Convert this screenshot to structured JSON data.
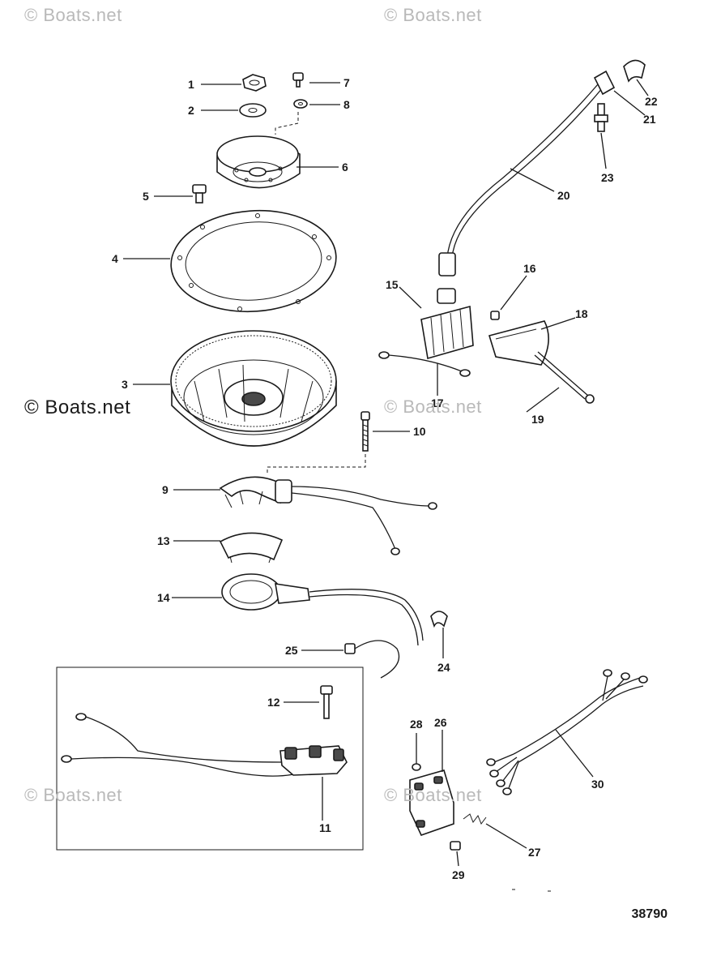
{
  "watermarks": {
    "tl": "© Boats.net",
    "tc": "© Boats.net",
    "ml": "© Boats.net",
    "mc": "© Boats.net",
    "bl": "© Boats.net",
    "bc": "© Boats.net"
  },
  "drawing_number": "38790",
  "callouts": [
    "1",
    "2",
    "3",
    "4",
    "5",
    "6",
    "7",
    "8",
    "9",
    "10",
    "11",
    "12",
    "13",
    "14",
    "15",
    "16",
    "17",
    "18",
    "19",
    "20",
    "21",
    "22",
    "23",
    "24",
    "25",
    "26",
    "27",
    "28",
    "29",
    "30"
  ],
  "colors": {
    "ink": "#1a1a1a",
    "watermark": "#b9b9b9",
    "background": "#ffffff"
  }
}
